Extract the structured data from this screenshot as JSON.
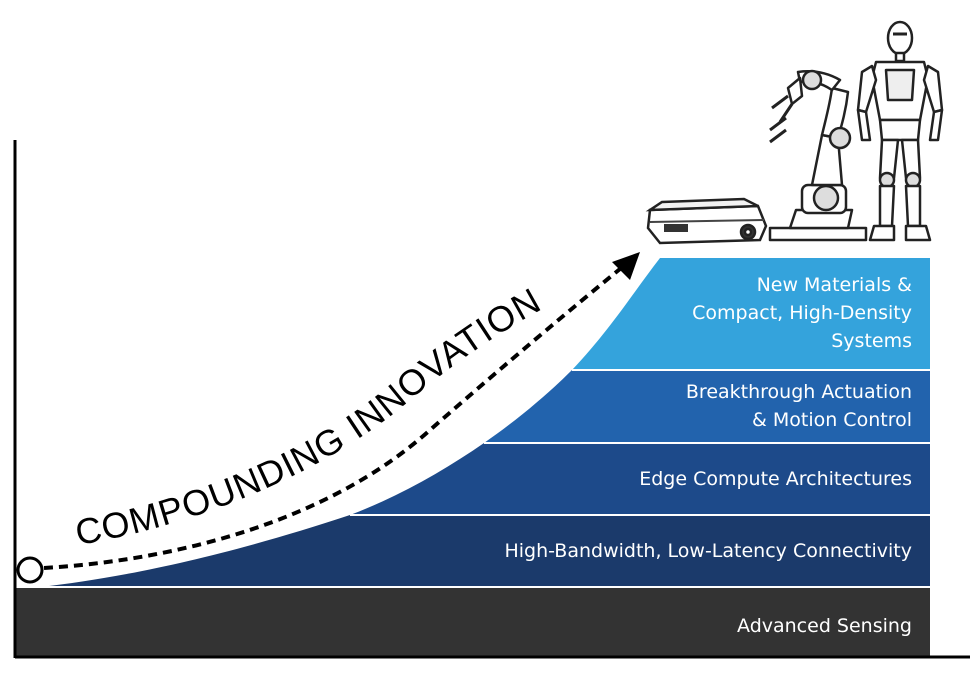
{
  "headline": "COMPOUNDING INNOVATION",
  "layers": [
    {
      "label_lines": [
        "Advanced Sensing"
      ]
    },
    {
      "label_lines": [
        "High-Bandwidth, Low-Latency Connectivity"
      ]
    },
    {
      "label_lines": [
        "Edge Compute Architectures"
      ]
    },
    {
      "label_lines": [
        "Breakthrough Actuation",
        "& Motion Control"
      ]
    },
    {
      "label_lines": [
        "New Materials &",
        "Compact, High-Density",
        "Systems"
      ]
    }
  ],
  "robots": [
    {
      "icon": "mobile-robot-icon"
    },
    {
      "icon": "robotic-arm-icon"
    },
    {
      "icon": "humanoid-robot-icon"
    }
  ],
  "colors": {
    "layer_0": "#333333",
    "layer_1": "#1b3a6b",
    "layer_2": "#1d4a8a",
    "layer_3": "#2263ad",
    "layer_4": "#34a3dc",
    "axis": "#000000",
    "arrow": "#000000"
  }
}
